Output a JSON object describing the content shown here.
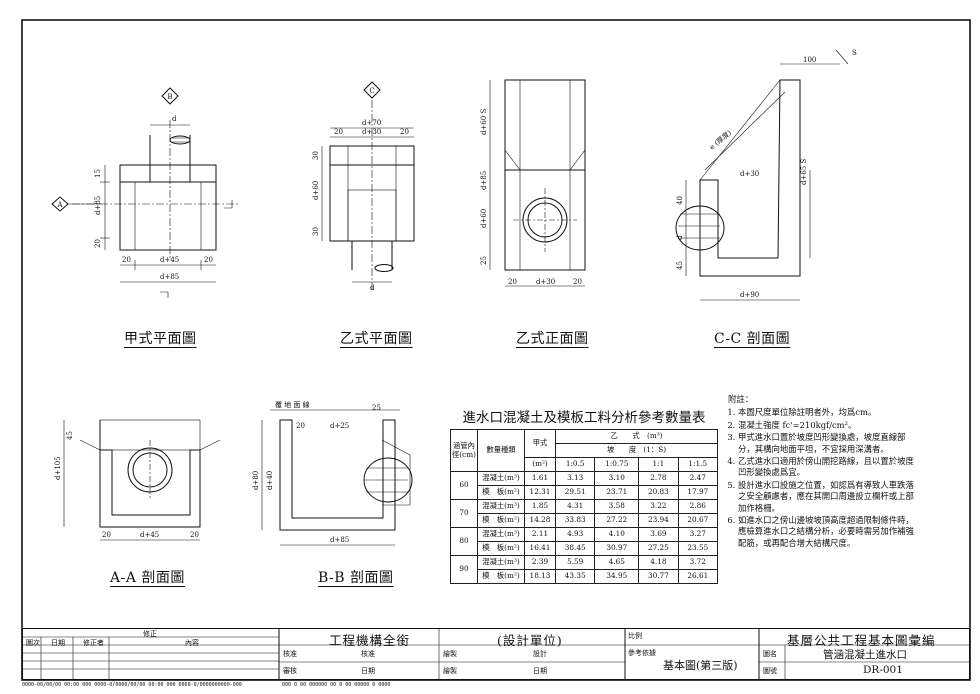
{
  "captions": {
    "plan_a": "甲式平面圖",
    "plan_b": "乙式平面圖",
    "front_b": "乙式正面圖",
    "section_cc": "C-C 剖面圖",
    "section_aa": "A-A 剖面圖",
    "section_bb": "B-B 剖面圖"
  },
  "markers": {
    "a": "A",
    "b": "B",
    "c": "C",
    "s": "S"
  },
  "dims": {
    "d": "d",
    "d70": "d+70",
    "d30": "d+30",
    "d45": "d+45",
    "d85": "d+85",
    "d90": "d+90",
    "d25": "d+25",
    "d105": "d+105",
    "d80": "d+80",
    "d40": "d+40",
    "d60": "d+60",
    "d90v": "d+90",
    "d60s": "d+60 S",
    "d85s": "d+85",
    "d65s": "d+65 S",
    "n20": "20",
    "n25": "25",
    "n30": "30",
    "n40": "40",
    "n45": "45",
    "n100": "100",
    "n15": "15",
    "e_label": "e (厚度)",
    "ground": "覆  地  面  線"
  },
  "quantity_table": {
    "title": "進水口混凝土及模板工料分析參考數量表",
    "h_pipe": "涵管內徑(cm)",
    "h_item": "數量種類",
    "h_unit": "(m²)",
    "h_type_a": "甲式",
    "h_type_b": "乙　　式　(m³)",
    "h_slope": "坡　　度　(1：S)",
    "slopes": [
      "1:0.5",
      "1:0.75",
      "1:1",
      "1:1.5"
    ],
    "rows": [
      {
        "pipe": "60",
        "c": "混凝土(m³)",
        "c_a": "1.61",
        "c_b": [
          "3.13",
          "3.10",
          "2.78",
          "2.47"
        ],
        "f": "模　板(m²)",
        "f_a": "12.31",
        "f_b": [
          "29.51",
          "23.71",
          "20.83",
          "17.97"
        ]
      },
      {
        "pipe": "70",
        "c": "混凝土(m³)",
        "c_a": "1.85",
        "c_b": [
          "4.31",
          "3.58",
          "3.22",
          "2.86"
        ],
        "f": "模　板(m²)",
        "f_a": "14.28",
        "f_b": [
          "33.83",
          "27.22",
          "23.94",
          "20.67"
        ]
      },
      {
        "pipe": "80",
        "c": "混凝土(m³)",
        "c_a": "2.11",
        "c_b": [
          "4.93",
          "4.10",
          "3.69",
          "3.27"
        ],
        "f": "模　板(m²)",
        "f_a": "16.41",
        "f_b": [
          "38.45",
          "30.97",
          "27.25",
          "23.55"
        ]
      },
      {
        "pipe": "90",
        "c": "混凝土(m³)",
        "c_a": "2.39",
        "c_b": [
          "5.59",
          "4.65",
          "4.18",
          "3.72"
        ],
        "f": "模　板(m²)",
        "f_a": "18.13",
        "f_b": [
          "43.35",
          "34.95",
          "30.77",
          "26.61"
        ]
      }
    ]
  },
  "notes": {
    "title": "附註：",
    "items": [
      "本圖尺度單位除註明者外，均爲cm。",
      "混凝土強度 fc'=210kgf/cm²。",
      "甲式進水口置於坡度凹形變換處，坡度直線部分，其構向地面平坦，不宜採用深溝者。",
      "乙式進水口適用於傍山開挖路線，且以置於坡度凹形變換處爲宜。",
      "設計進水口設施之位置，如認爲有導致人車跌落之安全顧慮者，應在其開口周邊設立欄杆或上部加作格柵。",
      "如進水口之傍山邊坡坡頂高度超過限制條件時，應檢算進水口之結構分析，必要時需另加作補強配筋，或再配合增大結構尺度。"
    ]
  },
  "title_block": {
    "rev_mark": "修正",
    "rev_cols": [
      "圖次",
      "日期",
      "修正者",
      "內容"
    ],
    "agency": "工程機構全銜",
    "design_unit": "(設計單位)",
    "scale_label": "比例",
    "ref_label": "參考依據",
    "ref_value": "基本圖(第三版)",
    "series": "基層公共工程基本圖彙編",
    "fig_name_label": "圖名",
    "fig_name": "管涵混凝土進水口",
    "fig_no_label": "圖號",
    "fig_no": "DR-001",
    "approve": "核准",
    "review": "核准",
    "check": "審核",
    "draw": "繪製",
    "design": "設計",
    "date": "日期",
    "date2": "日期",
    "footer_left": "0000-00/00/00 00:00  000    0000-0/0000/00/00 00:00  000    0000-0/0000000000-000",
    "footer_right": "000 0 00    000000 00 0 00    00000 0    0000"
  }
}
